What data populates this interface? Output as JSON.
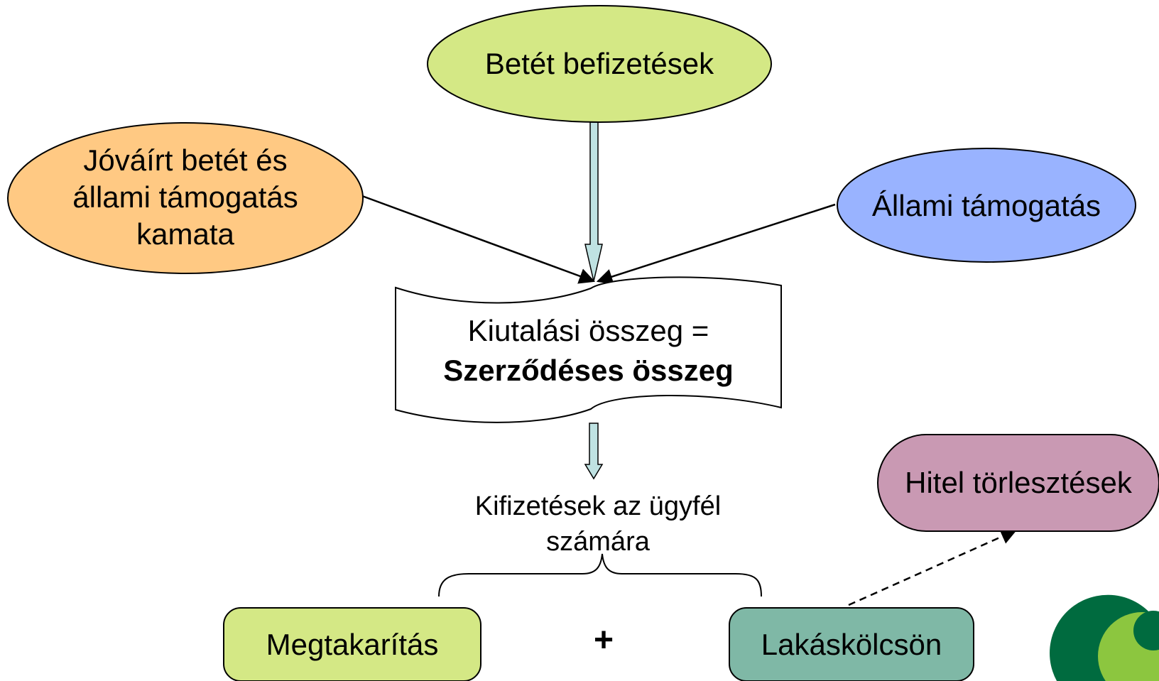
{
  "nodes": {
    "deposit_payments": "Betét befizetések",
    "credited_interest": [
      "Jóváírt betét és",
      "állami támogatás",
      "kamata"
    ],
    "state_subsidy": "Állami támogatás",
    "payout_amount": {
      "line1": "Kiutalási összeg =",
      "line2": "Szerződéses összeg"
    },
    "client_payouts": [
      "Kifizetések az ügyfél",
      "számára"
    ],
    "savings": "Megtakarítás",
    "plus_sign": "+",
    "home_loan": "Lakáskölcsön",
    "loan_repayments": "Hitel törlesztések"
  },
  "colors": {
    "deposit_payments_fill": "#d4e885",
    "credited_interest_fill": "#ffc983",
    "state_subsidy_fill": "#99b3ff",
    "savings_fill": "#d4e885",
    "home_loan_fill": "#7fb8a6",
    "loan_repayments_fill": "#c999b3",
    "block_arrow_fill": "#bfe2e2",
    "logo_dark_green": "#006b3f",
    "logo_light_green": "#8cc63f"
  }
}
